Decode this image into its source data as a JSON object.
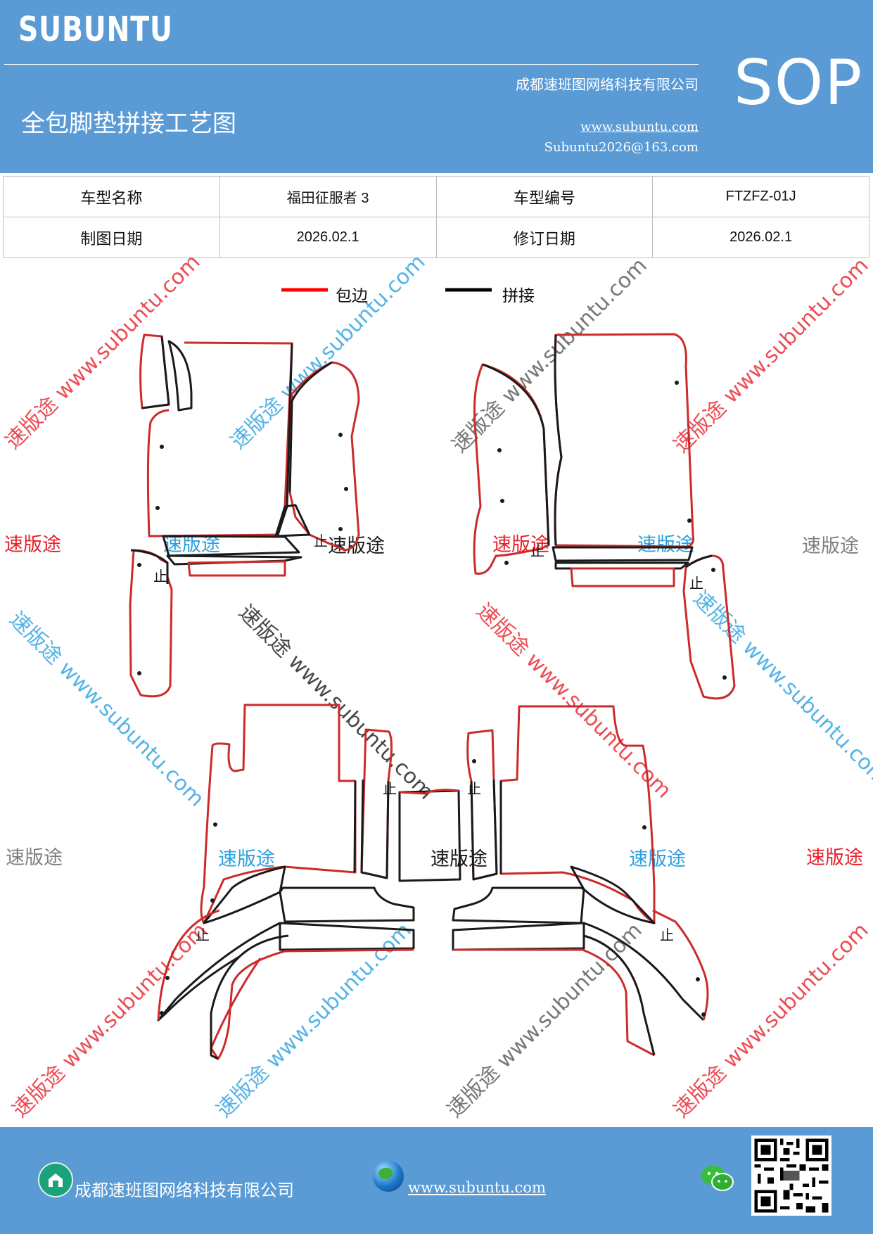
{
  "header": {
    "brand": "SUBUNTU",
    "company": "成都速班图网络科技有限公司",
    "title": "全包脚垫拼接工艺图",
    "website": "www.subuntu.com",
    "email": "Subuntu2026@163.com",
    "badge": "SOP"
  },
  "info_table": {
    "model_name_label": "车型名称",
    "model_name_value": "福田征服者 3",
    "model_code_label": "车型编号",
    "model_code_value": "FTZFZ-01J",
    "draw_date_label": "制图日期",
    "draw_date_value": "2026.02.1",
    "revise_date_label": "修订日期",
    "revise_date_value": "2026.02.1"
  },
  "legend": {
    "edge_label": "包边",
    "edge_color": "#ff0000",
    "join_label": "拼接",
    "join_color": "#000000"
  },
  "diagram": {
    "edge_color": "#cc2b2b",
    "join_color": "#1a1a1a",
    "stop_mark": "止"
  },
  "watermarks": {
    "brand_text": "速版途",
    "diagonal_text": "速版途 www.subuntu.com",
    "brand_color_red": "#e8202a",
    "brand_color_blue": "#2aa0e0",
    "brand_color_gray": "#7f7f7f"
  },
  "footer": {
    "company": "成都速班图网络科技有限公司",
    "website": "www.subuntu.com",
    "home_icon": "home-icon",
    "globe_icon": "globe-icon",
    "wechat_icon": "wechat-icon",
    "qr_icon": "qr-code"
  }
}
